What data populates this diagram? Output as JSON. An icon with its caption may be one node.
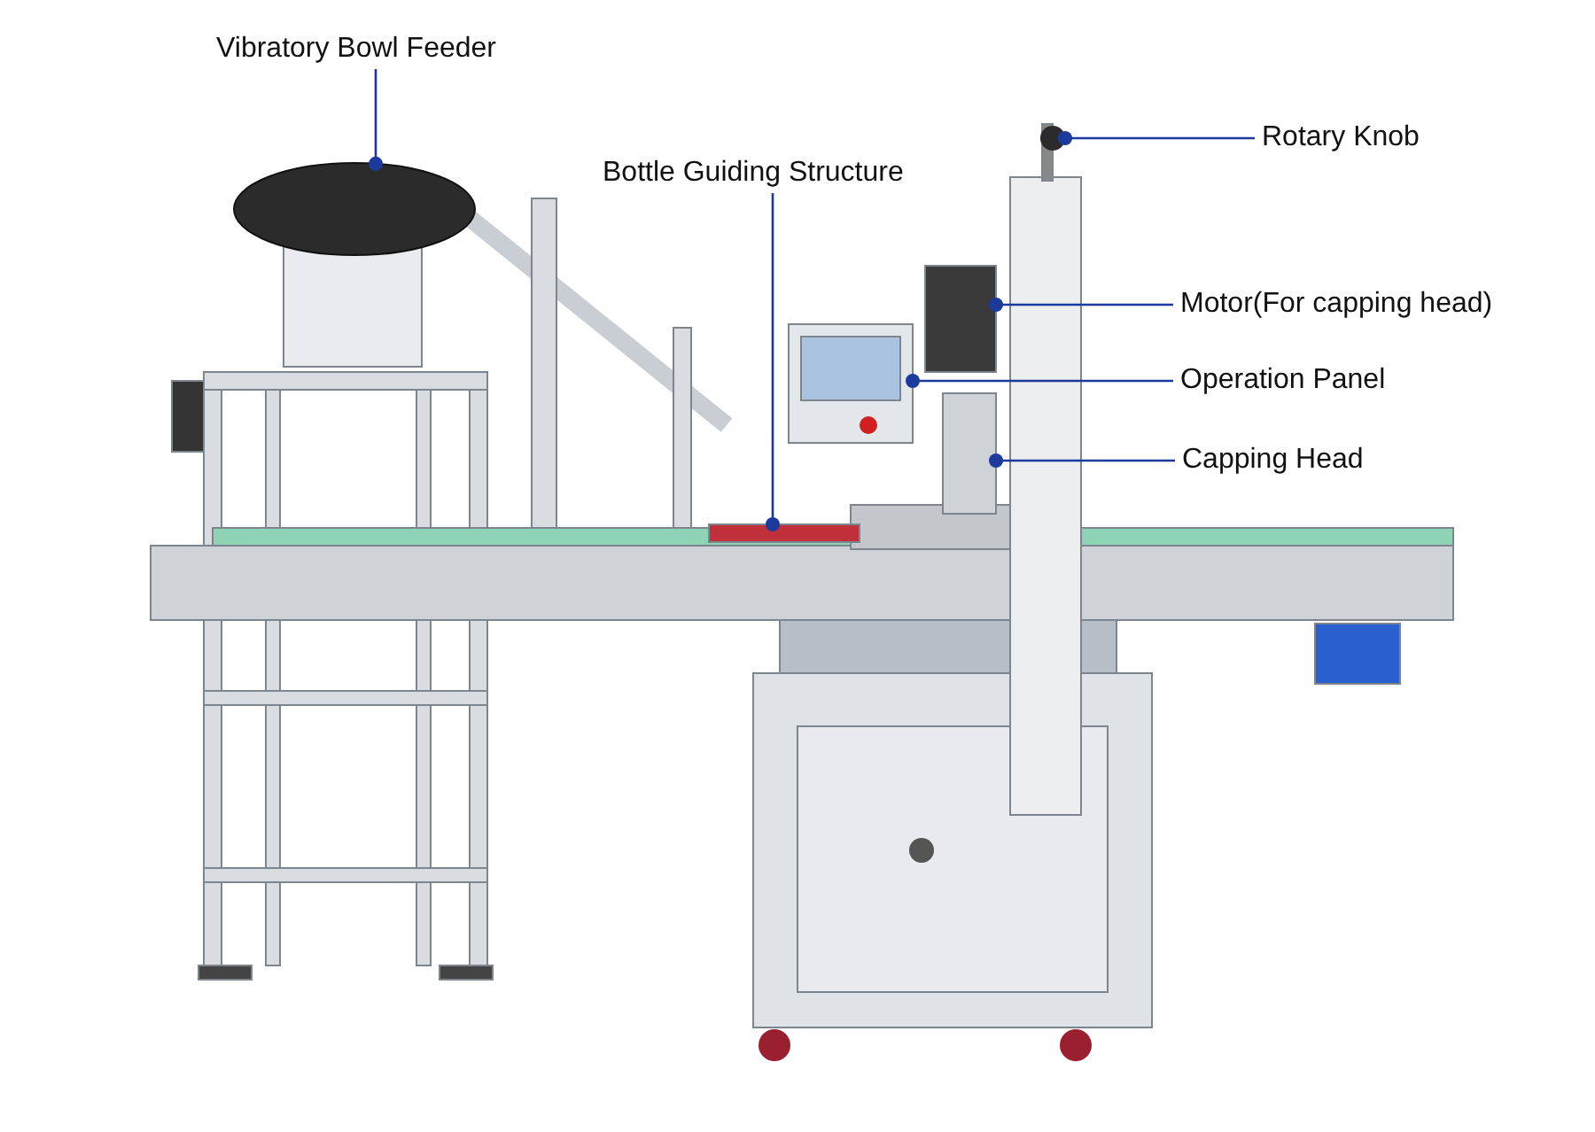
{
  "diagram": {
    "nodes": [
      {
        "text": [
          "Vibratory Bowl Feeder"
        ]
      },
      {
        "text": [],
        "shape": "picture"
      },
      {
        "text": [
          "Bottle Guiding Structure"
        ]
      },
      {
        "text": [],
        "shape": "bar"
      },
      {
        "text": [
          "Rotary Knob"
        ]
      },
      {
        "text": [],
        "shape": "picture"
      },
      {
        "text": [
          "Motor(For capping head)"
        ]
      },
      {
        "text": [],
        "shape": "picture"
      },
      {
        "text": [
          "Operation Panel"
        ]
      },
      {
        "text": [],
        "shape": "picture"
      },
      {
        "text": [
          "Capping Head"
        ]
      },
      {
        "text": [],
        "shape": "picture"
      }
    ],
    "edges": [
      {
        "from": 0,
        "to": 1,
        "arrow": "other"
      },
      {
        "from": 2,
        "to": 3,
        "arrow": "other"
      },
      {
        "from": 4,
        "to": 5,
        "arrow": "other"
      },
      {
        "from": 6,
        "to": 7,
        "arrow": "other"
      },
      {
        "from": 8,
        "to": 9,
        "arrow": "other"
      },
      {
        "from": 10,
        "to": 11,
        "arrow": "other"
      }
    ]
  }
}
